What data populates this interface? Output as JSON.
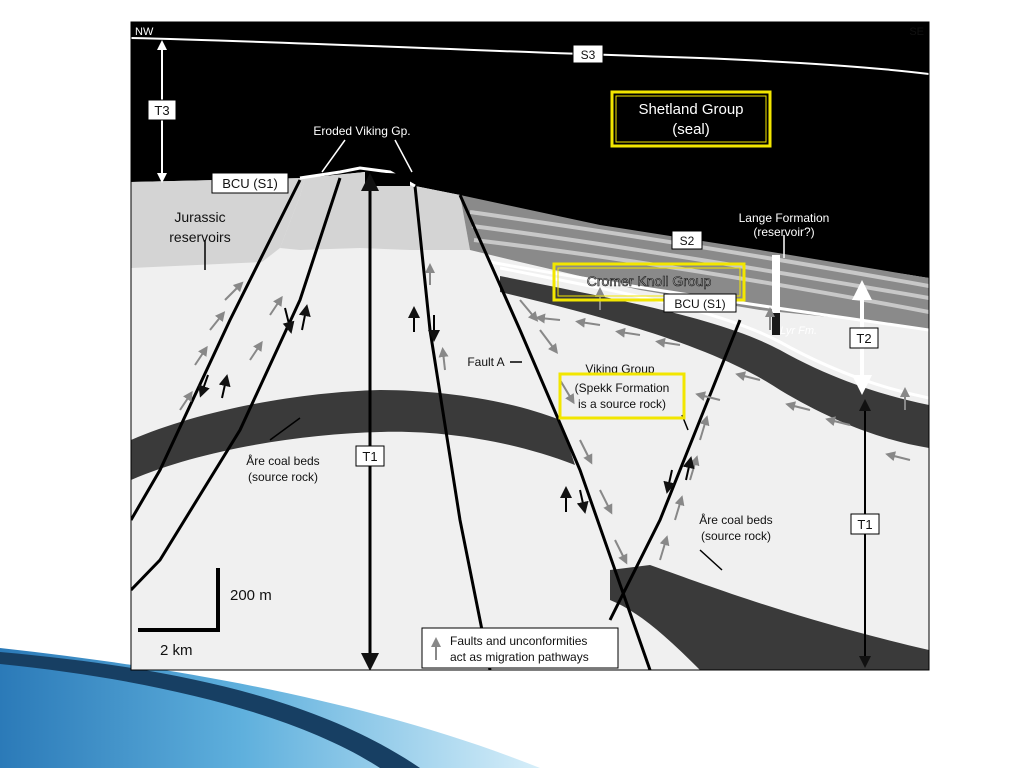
{
  "diagram": {
    "dir_left": "NW",
    "dir_right": "SE",
    "s3": "S3",
    "t3": "T3",
    "shetland_line1": "Shetland Group",
    "shetland_line2": "(seal)",
    "eroded_viking": "Eroded Viking Gp.",
    "bcu_left": "BCU (S1)",
    "jurassic_line1": "Jurassic",
    "jurassic_line2": "reservoirs",
    "lange_line1": "Lange Formation",
    "lange_line2": "(reservoir?)",
    "s2": "S2",
    "cromer_knoll": "Cromer Knoll Group",
    "bcu_right": "BCU (S1)",
    "lyr": "Lyr Fm.",
    "t2": "T2",
    "fault_a": "Fault A",
    "viking_group": "Viking Group",
    "spekk_line1": "(Spekk Formation",
    "spekk_line2": "is a source rock)",
    "are_left_line1": "Åre coal beds",
    "are_left_line2": "(source rock)",
    "t1_left": "T1",
    "t1_right": "T1",
    "are_right_line1": "Åre coal beds",
    "are_right_line2": "(source rock)",
    "scale_vertical": "200 m",
    "scale_horizontal": "2 km",
    "legend_line1": "Faults and unconformities",
    "legend_line2": "act as migration pathways"
  },
  "colors": {
    "seal": "#000000",
    "jurassic": "#d4d4d4",
    "basement": "#f0f0f0",
    "coal": "#3a3a3a",
    "highlight": "#f2e600",
    "ribbon_dark": "#1f4e79",
    "ribbon_light": "#8fcbe8"
  }
}
